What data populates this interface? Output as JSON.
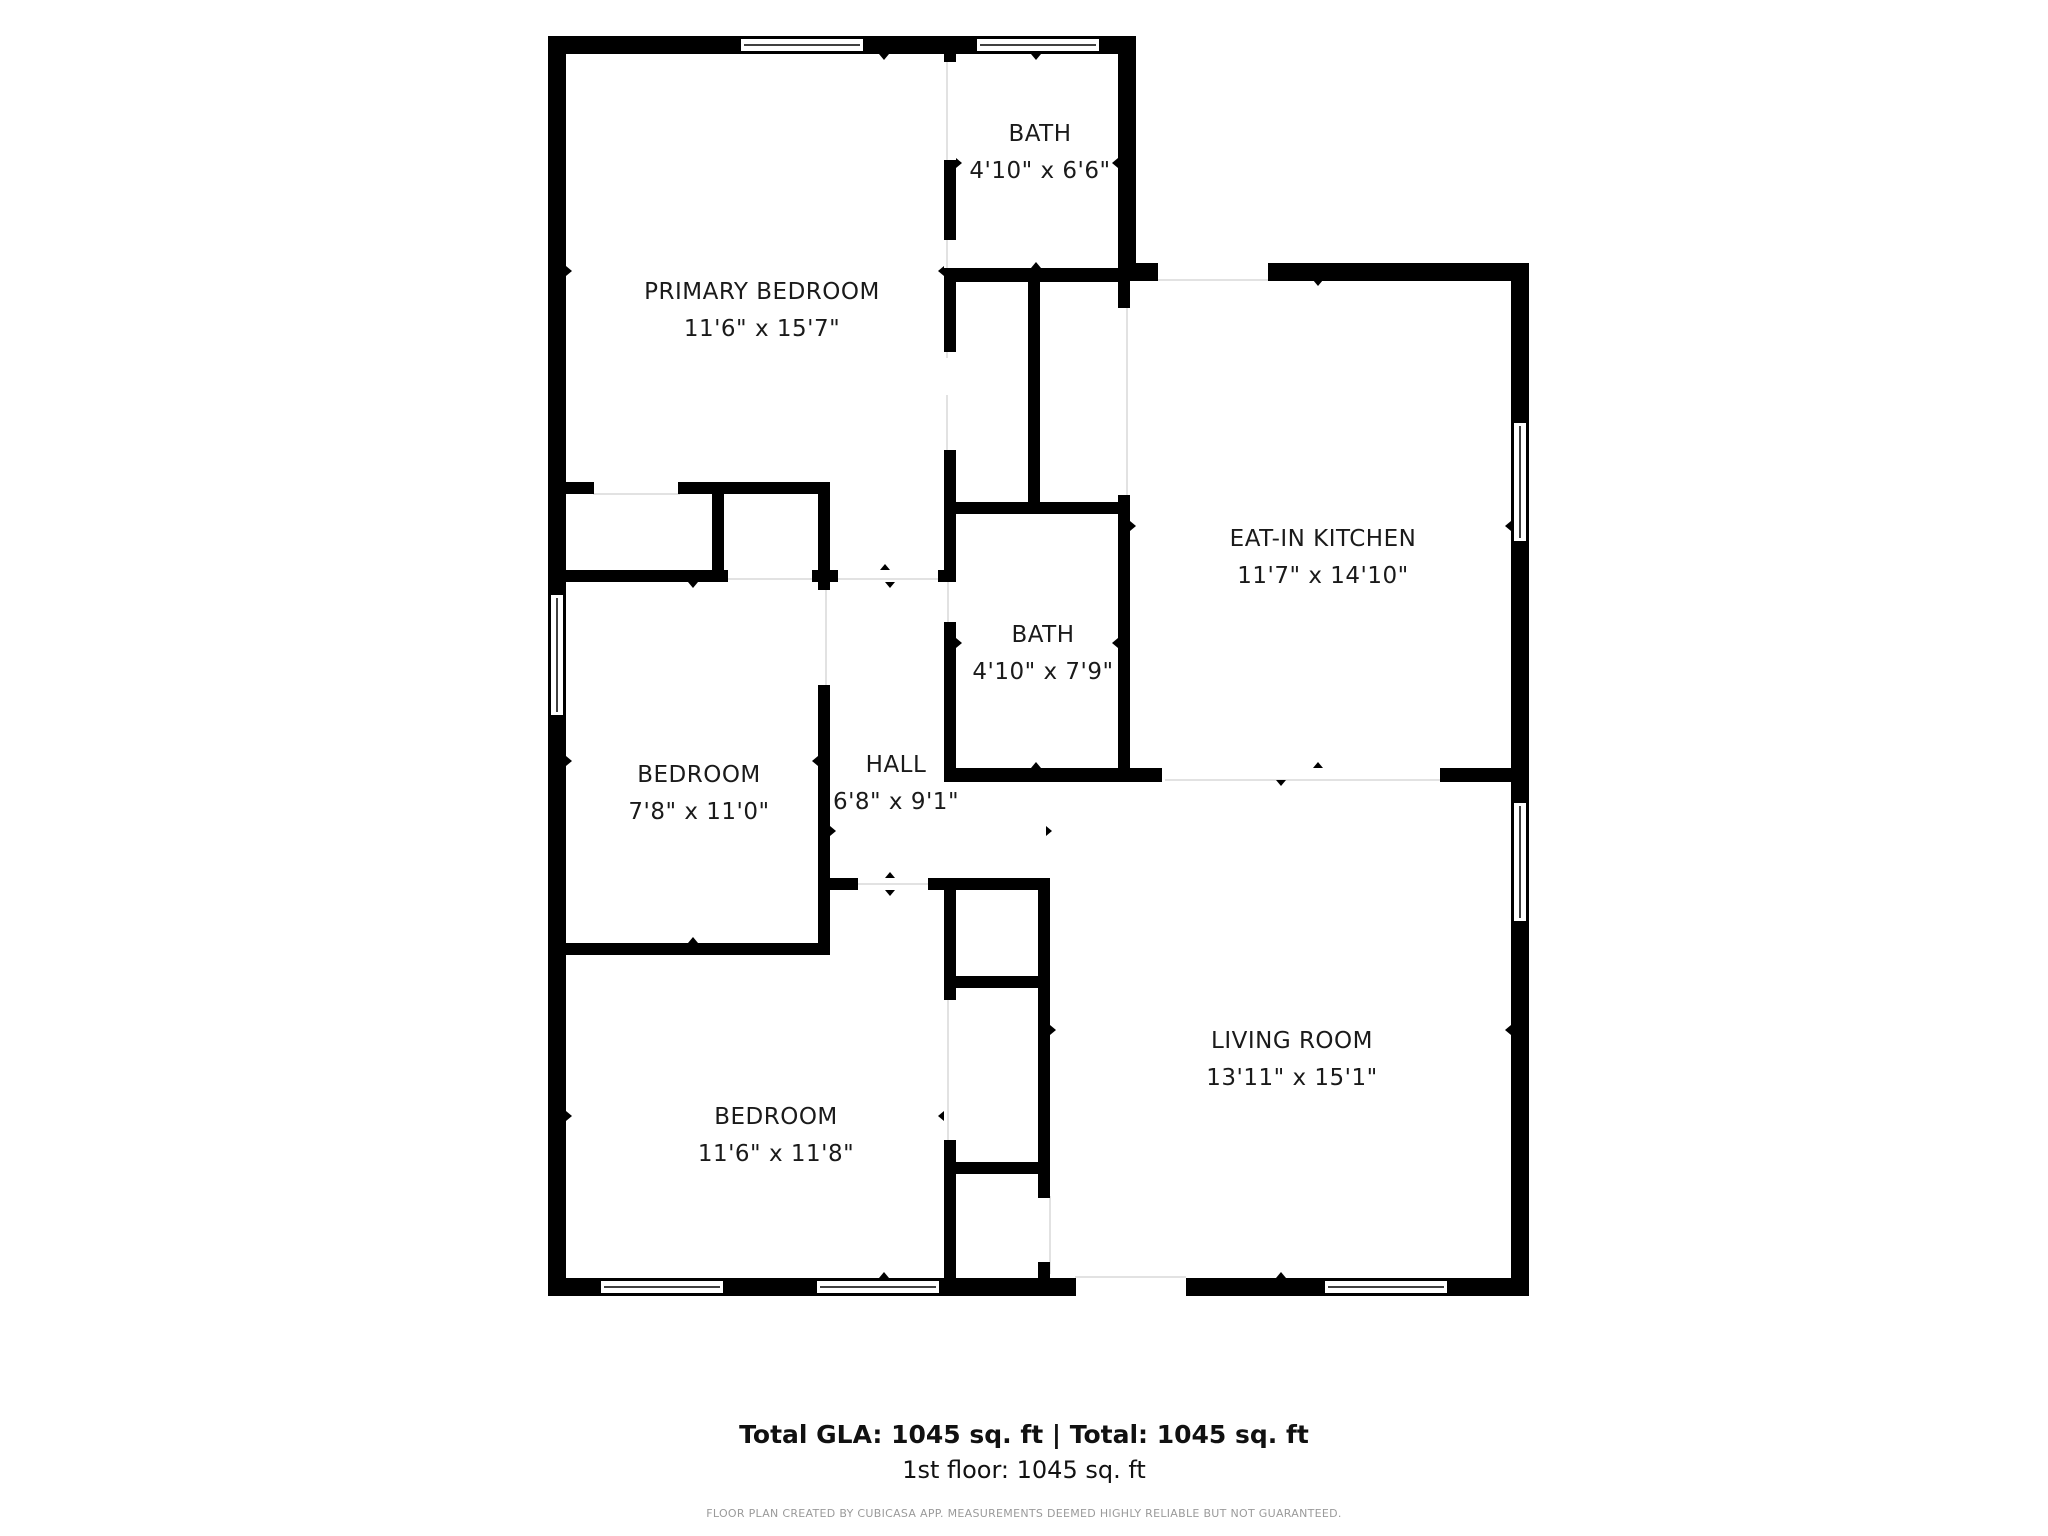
{
  "rooms": [
    {
      "id": "primary-bedroom",
      "name": "PRIMARY BEDROOM",
      "dims": "11'6\" x 15'7\""
    },
    {
      "id": "bath-upper",
      "name": "BATH",
      "dims": "4'10\" x 6'6\""
    },
    {
      "id": "eat-in-kitchen",
      "name": "EAT-IN KITCHEN",
      "dims": "11'7\" x 14'10\""
    },
    {
      "id": "bath-lower",
      "name": "BATH",
      "dims": "4'10\" x 7'9\""
    },
    {
      "id": "bedroom-small",
      "name": "BEDROOM",
      "dims": "7'8\" x 11'0\""
    },
    {
      "id": "hall",
      "name": "HALL",
      "dims": "6'8\" x 9'1\""
    },
    {
      "id": "living-room",
      "name": "LIVING ROOM",
      "dims": "13'11\" x 15'1\""
    },
    {
      "id": "bedroom-large",
      "name": "BEDROOM",
      "dims": "11'6\" x 11'8\""
    }
  ],
  "summary": {
    "total_line": "Total GLA: 1045 sq. ft | Total: 1045 sq. ft",
    "floor_line": "1st floor: 1045 sq. ft"
  },
  "disclaimer": "FLOOR PLAN CREATED BY CUBICASA APP. MEASUREMENTS DEEMED HIGHLY RELIABLE BUT NOT GUARANTEED.",
  "colors": {
    "wall": "#000000",
    "text": "#1a1a1a",
    "disclaimer": "#9a9a9a",
    "background": "#ffffff"
  }
}
